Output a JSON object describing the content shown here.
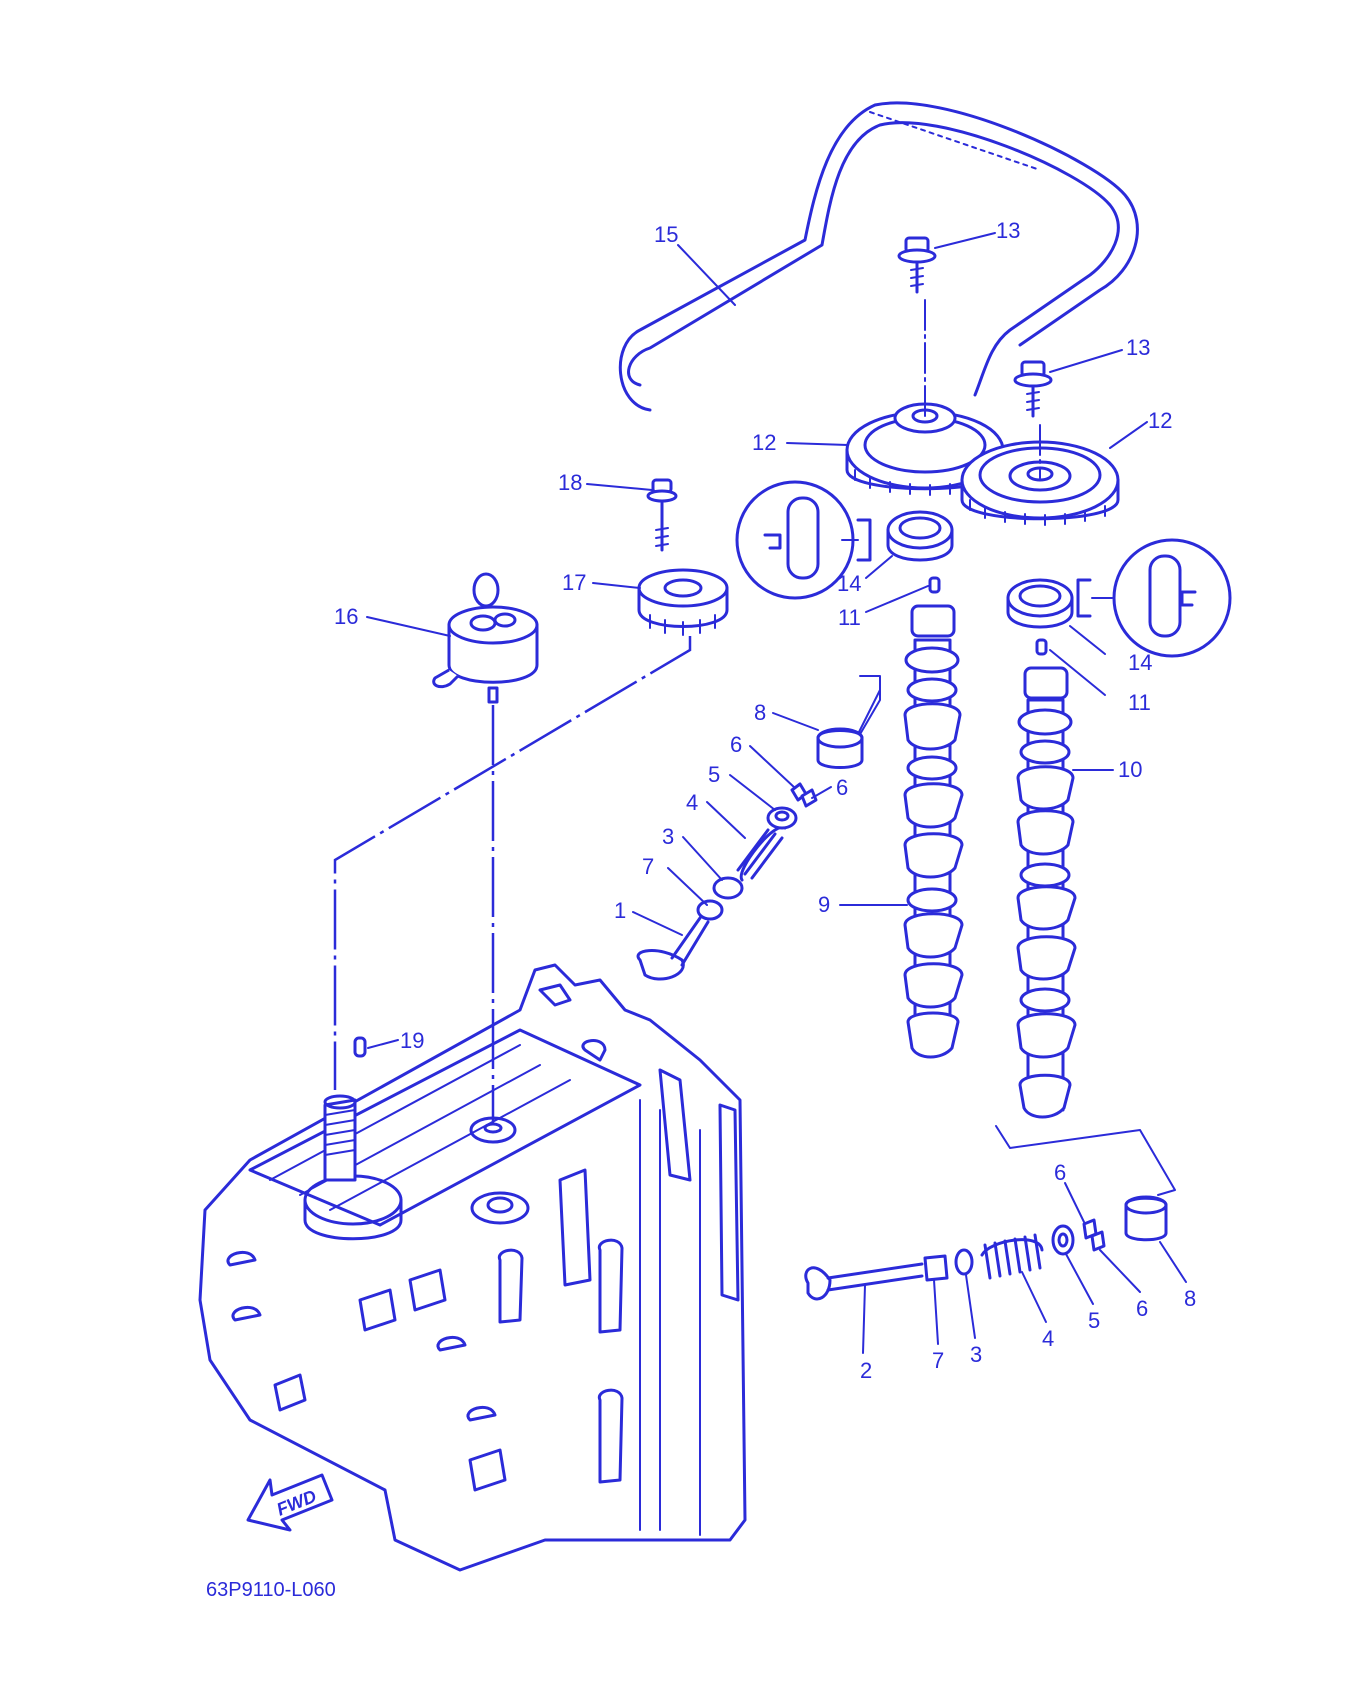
{
  "diagram_code": "63P9110-L060",
  "fwd_label": "FWD",
  "accent_color": "#2b2bd9",
  "callouts": [
    {
      "id": "c15",
      "text": "15"
    },
    {
      "id": "c13a",
      "text": "13"
    },
    {
      "id": "c13b",
      "text": "13"
    },
    {
      "id": "c12a",
      "text": "12"
    },
    {
      "id": "c12b",
      "text": "12"
    },
    {
      "id": "c18",
      "text": "18"
    },
    {
      "id": "c17",
      "text": "17"
    },
    {
      "id": "c16",
      "text": "16"
    },
    {
      "id": "c14a",
      "text": "14"
    },
    {
      "id": "c14b",
      "text": "14"
    },
    {
      "id": "c11a",
      "text": "11"
    },
    {
      "id": "c11b",
      "text": "11"
    },
    {
      "id": "c10",
      "text": "10"
    },
    {
      "id": "c9",
      "text": "9"
    },
    {
      "id": "c8a",
      "text": "8"
    },
    {
      "id": "c6a",
      "text": "6"
    },
    {
      "id": "c6b",
      "text": "6"
    },
    {
      "id": "c5a",
      "text": "5"
    },
    {
      "id": "c4a",
      "text": "4"
    },
    {
      "id": "c3a",
      "text": "3"
    },
    {
      "id": "c7a",
      "text": "7"
    },
    {
      "id": "c1",
      "text": "1"
    },
    {
      "id": "c19",
      "text": "19"
    },
    {
      "id": "c6c",
      "text": "6"
    },
    {
      "id": "c2",
      "text": "2"
    },
    {
      "id": "c7b",
      "text": "7"
    },
    {
      "id": "c3b",
      "text": "3"
    },
    {
      "id": "c4b",
      "text": "4"
    },
    {
      "id": "c5b",
      "text": "5"
    },
    {
      "id": "c6d",
      "text": "6"
    },
    {
      "id": "c8b",
      "text": "8"
    }
  ]
}
